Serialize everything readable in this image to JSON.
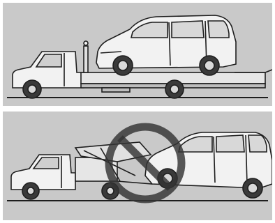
{
  "figure": {
    "panels": [
      {
        "id": "flatbed",
        "status": "allowed"
      },
      {
        "id": "wheel-lift",
        "status": "prohibited"
      }
    ],
    "colors": {
      "panel_bg": "#c9c9c9",
      "line": "#1e1e1e",
      "vehicle_fill": "#f2f2f2",
      "body_shade": "#d8d8d8",
      "prohibit_symbol": "#333333"
    },
    "icons": [
      "tow-truck-flatbed",
      "minivan",
      "tow-truck-wheel-lift",
      "prohibition-icon"
    ]
  }
}
